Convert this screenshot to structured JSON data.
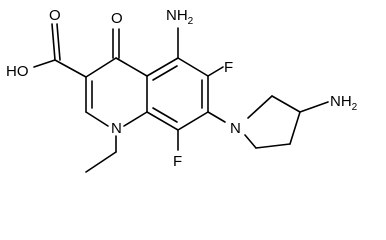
{
  "molecule": {
    "labels": {
      "carboxyl_oh": "HO",
      "carboxyl_o": "O",
      "ketone_o": "O",
      "ring_n": "N",
      "pyrrolidine_n": "N",
      "f_upper": "F",
      "f_lower": "F",
      "nh2_top_main": "NH",
      "nh2_top_sub": "2",
      "nh2_right_main": "NH",
      "nh2_right_sub": "2"
    }
  }
}
